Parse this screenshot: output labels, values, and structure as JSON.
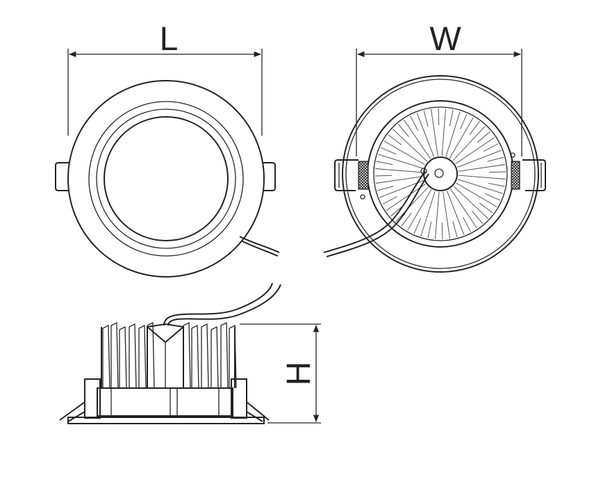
{
  "dimensions": {
    "length_label": "L",
    "width_label": "W",
    "height_label": "H"
  },
  "colors": {
    "line": "#222222",
    "background": "#ffffff"
  }
}
